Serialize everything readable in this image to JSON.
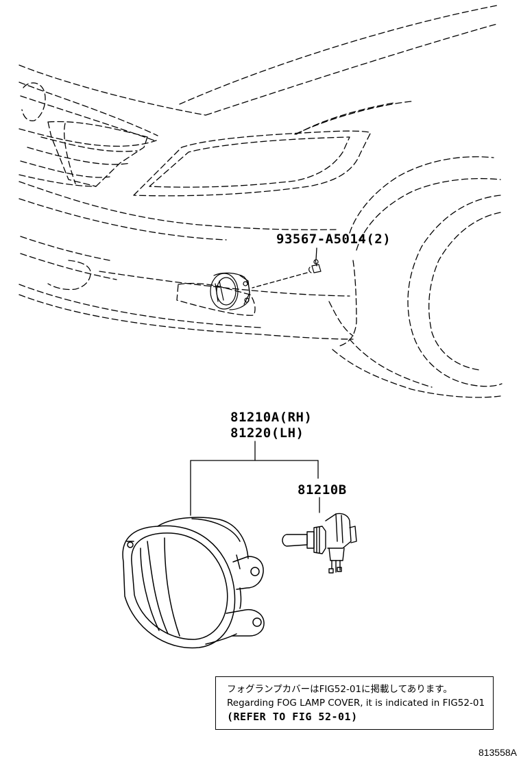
{
  "parts": {
    "bolt": "93567-A5014(2)",
    "lamp_rh": "81210A(RH)",
    "lamp_lh": "81220(LH)",
    "bulb": "81210B"
  },
  "note": {
    "japanese": "フォグランプカバーはFIG52-01に掲載してあります。",
    "english": "Regarding FOG LAMP COVER, it is indicated in FIG52-01",
    "refer": "(REFER TO FIG 52-01)"
  },
  "figure_id": "813558A"
}
